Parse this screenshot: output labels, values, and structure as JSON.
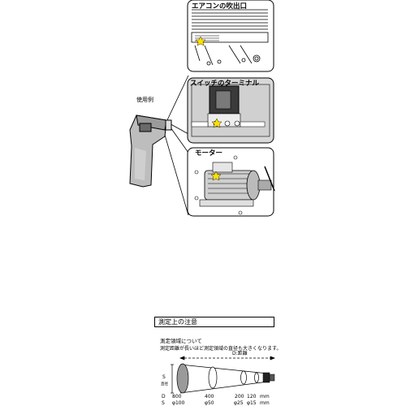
{
  "usage_example_label": "使用例",
  "panels": {
    "aircon": {
      "title": "エアコンの吹出口"
    },
    "switch": {
      "title": "スイッチのターミナル"
    },
    "motor": {
      "title": "モーター"
    }
  },
  "note": {
    "title": "測定上の注意",
    "line1": "測定領域について",
    "line2": "測定距離が長いほど測定領域の直径も大きくなります。"
  },
  "spot_diagram": {
    "d_label": "D:距離",
    "s_label": "S",
    "s_sub": "直径",
    "row_d_key": "D",
    "row_s_key": "S",
    "distances": [
      "800",
      "400",
      "200",
      "120",
      "mm"
    ],
    "diameters": [
      "φ100",
      "φ50",
      "φ25",
      "φ15",
      "mm"
    ]
  },
  "colors": {
    "line": "#000000",
    "panel_bg": "#ffffff",
    "panel_gray": "#d8d8d8",
    "spot": "#ffe000"
  }
}
